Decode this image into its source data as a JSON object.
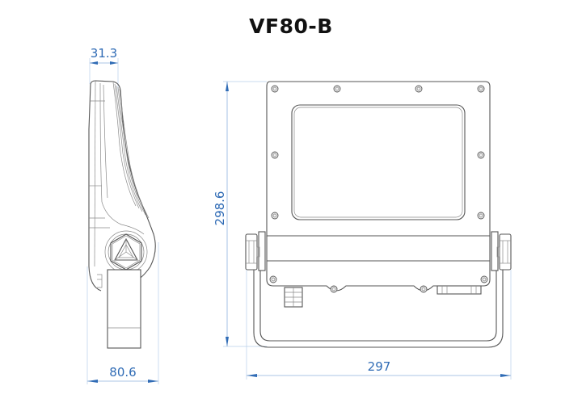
{
  "title": "VF80-B",
  "colors": {
    "dimension_text": "#2f6bb5",
    "dimension_line": "#8fb3de",
    "outline": "#555555",
    "background": "#ffffff"
  },
  "side_view": {
    "label": "side-view",
    "dimensions": {
      "top_depth": "31.3",
      "bottom_depth": "80.6"
    }
  },
  "front_view": {
    "label": "front-view",
    "dimensions": {
      "height": "298.6",
      "width": "297"
    }
  }
}
